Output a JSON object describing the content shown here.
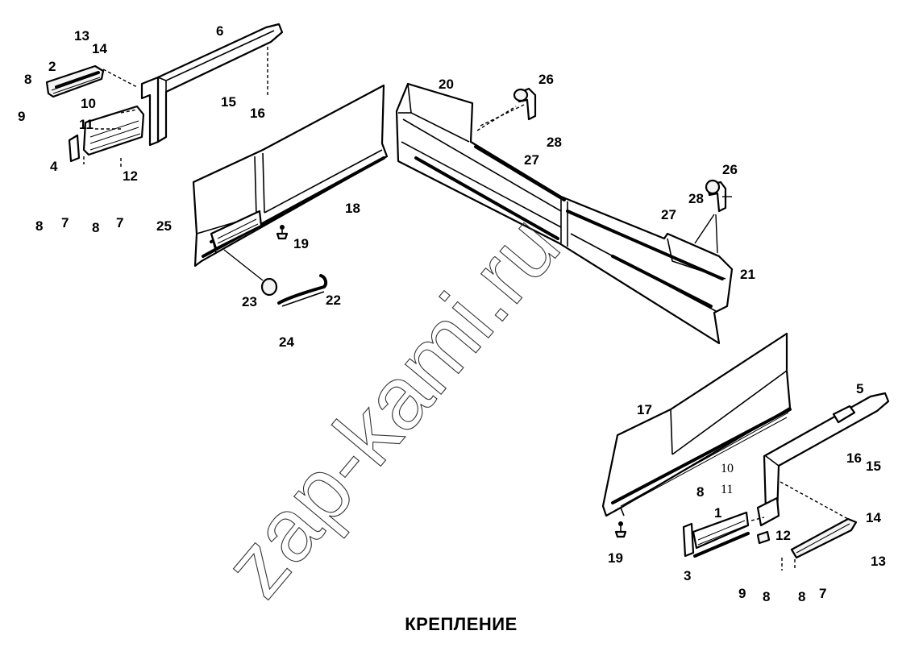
{
  "caption": "КРЕПЛЕНИЕ",
  "watermark": "zap-kami.ru",
  "callouts": {
    "left_group": [
      "13",
      "14",
      "2",
      "8",
      "9",
      "10",
      "11",
      "4",
      "12",
      "6",
      "15",
      "16"
    ],
    "left_row": [
      "8",
      "7",
      "8",
      "7",
      "25"
    ],
    "left_panel": [
      "18",
      "19",
      "23",
      "22",
      "24"
    ],
    "middle_panel": [
      "20",
      "26",
      "28",
      "27",
      "26",
      "28",
      "27",
      "21"
    ],
    "right_panel": [
      "17",
      "5",
      "16",
      "15",
      "10",
      "11",
      "8",
      "1",
      "12",
      "14",
      "19",
      "3",
      "13",
      "9",
      "8",
      "8",
      "7"
    ]
  }
}
